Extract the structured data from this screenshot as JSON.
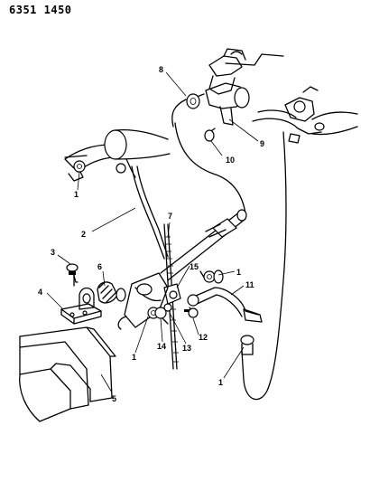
{
  "header": {
    "code": "6351 1450"
  },
  "callouts": [
    {
      "id": "c8",
      "label": "8"
    },
    {
      "id": "c9",
      "label": "9"
    },
    {
      "id": "c10",
      "label": "10"
    },
    {
      "id": "c1a",
      "label": "1"
    },
    {
      "id": "c2",
      "label": "2"
    },
    {
      "id": "c7",
      "label": "7"
    },
    {
      "id": "c3",
      "label": "3"
    },
    {
      "id": "c6",
      "label": "6"
    },
    {
      "id": "c15",
      "label": "15"
    },
    {
      "id": "c1b",
      "label": "1"
    },
    {
      "id": "c11",
      "label": "11"
    },
    {
      "id": "c4",
      "label": "4"
    },
    {
      "id": "c1c",
      "label": "1"
    },
    {
      "id": "c14",
      "label": "14"
    },
    {
      "id": "c13",
      "label": "13"
    },
    {
      "id": "c12",
      "label": "12"
    },
    {
      "id": "c1d",
      "label": "1"
    },
    {
      "id": "c5",
      "label": "5"
    }
  ]
}
